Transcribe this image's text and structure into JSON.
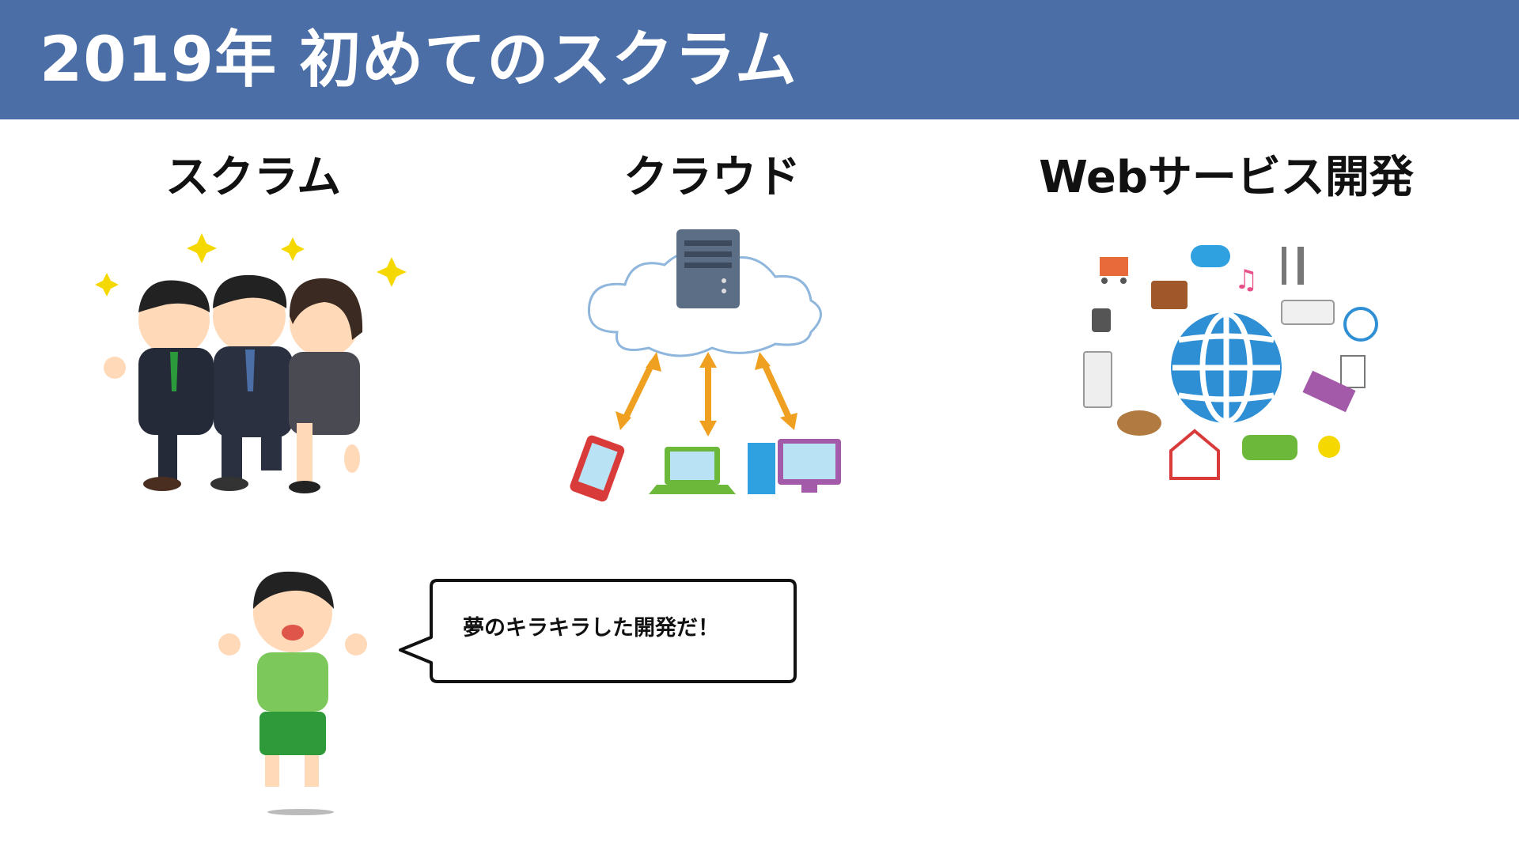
{
  "slide": {
    "title": "2019年 初めてのスクラム"
  },
  "columns": [
    {
      "title": "スクラム",
      "icon": "scrum-team-running-illustration"
    },
    {
      "title": "クラウド",
      "icon": "cloud-server-devices-illustration"
    },
    {
      "title": "Webサービス開発",
      "icon": "globe-iot-services-illustration"
    }
  ],
  "bubble": {
    "text": "夢のキラキラした開発だ！"
  },
  "colors": {
    "header": "#4a6ea5",
    "arrow": "#f0a020",
    "globe": "#2f8fd4"
  }
}
